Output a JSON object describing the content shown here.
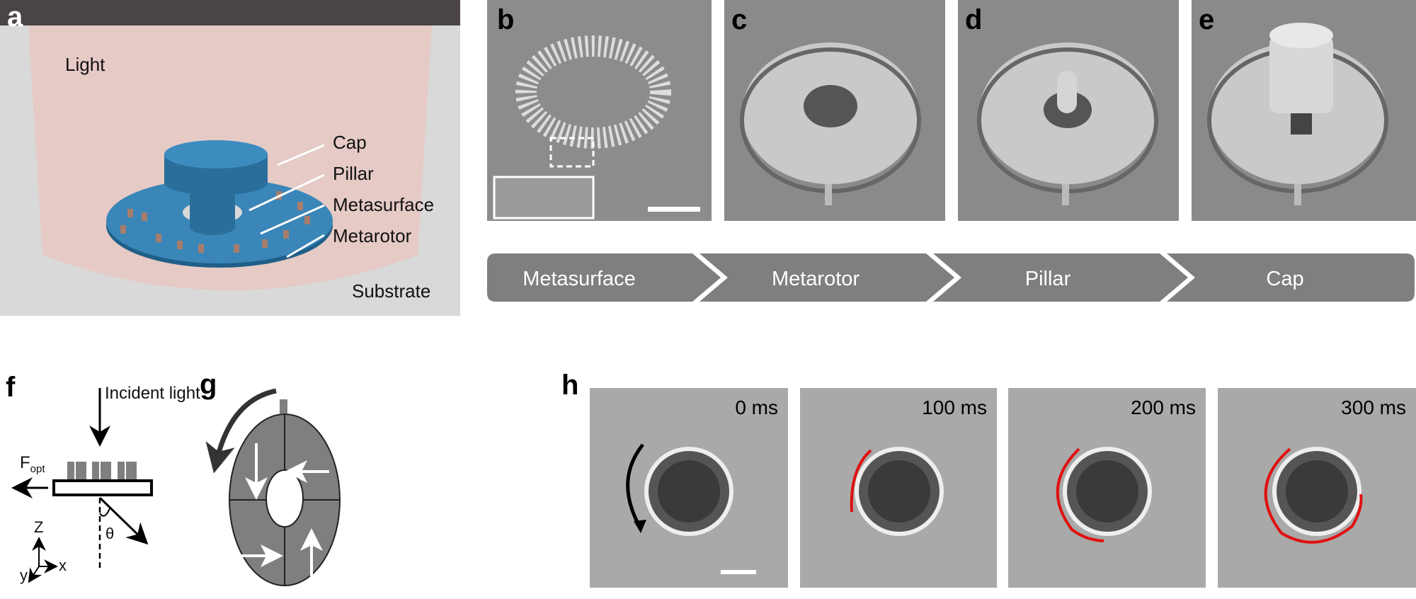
{
  "panels": {
    "a": {
      "label": "a",
      "light": "Light",
      "cap": "Cap",
      "pillar": "Pillar",
      "metasurface": "Metasurface",
      "metarotor": "Metarotor",
      "substrate": "Substrate"
    },
    "b": {
      "label": "b"
    },
    "c": {
      "label": "c"
    },
    "d": {
      "label": "d"
    },
    "e": {
      "label": "e"
    },
    "f": {
      "label": "f",
      "incident": "Incident light",
      "force": "F",
      "force_sub": "opt",
      "theta": "θ",
      "axis_z": "Z",
      "axis_x": "x",
      "axis_y": "y"
    },
    "g": {
      "label": "g"
    },
    "h": {
      "label": "h",
      "frames": [
        "0 ms",
        "100 ms",
        "200 ms",
        "300 ms"
      ]
    }
  },
  "process_steps": [
    "Metasurface",
    "Metarotor",
    "Pillar",
    "Cap"
  ],
  "colors": {
    "rotor_blue": "#2f78a8",
    "trace_red": "#e01010",
    "banner_gray": "#7f7f7f"
  }
}
